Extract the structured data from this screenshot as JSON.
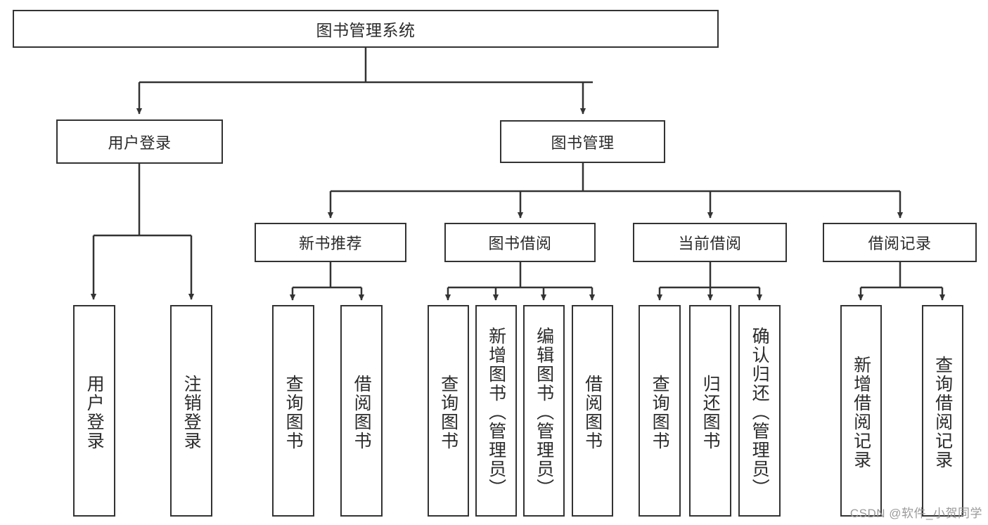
{
  "diagram": {
    "type": "tree-hierarchy",
    "title": "图书管理系统",
    "colors": {
      "border": "#333333",
      "text": "#2b2b2b",
      "background": "#ffffff",
      "watermark": "#9a9a9a"
    },
    "levels": {
      "root": {
        "label": "图书管理系统"
      },
      "level2": [
        {
          "label": "用户登录"
        },
        {
          "label": "图书管理"
        }
      ],
      "level3": [
        {
          "label": "新书推荐"
        },
        {
          "label": "图书借阅"
        },
        {
          "label": "当前借阅"
        },
        {
          "label": "借阅记录"
        }
      ]
    },
    "leaves": {
      "user_login": [
        {
          "label": "用户登录"
        },
        {
          "label": "注销登录"
        }
      ],
      "new_book_recommend": [
        {
          "label": "查询图书"
        },
        {
          "label": "借阅图书"
        }
      ],
      "book_borrow": [
        {
          "label": "查询图书"
        },
        {
          "label": "新增图书（管理员）"
        },
        {
          "label": "编辑图书（管理员）"
        },
        {
          "label": "借阅图书"
        }
      ],
      "current_borrow": [
        {
          "label": "查询图书"
        },
        {
          "label": "归还图书"
        },
        {
          "label": "确认归还（管理员）"
        }
      ],
      "borrow_record": [
        {
          "label": "新增借阅记录"
        },
        {
          "label": "查询借阅记录"
        }
      ]
    }
  },
  "watermark": {
    "text": "CSDN @软件_小贺同学"
  }
}
